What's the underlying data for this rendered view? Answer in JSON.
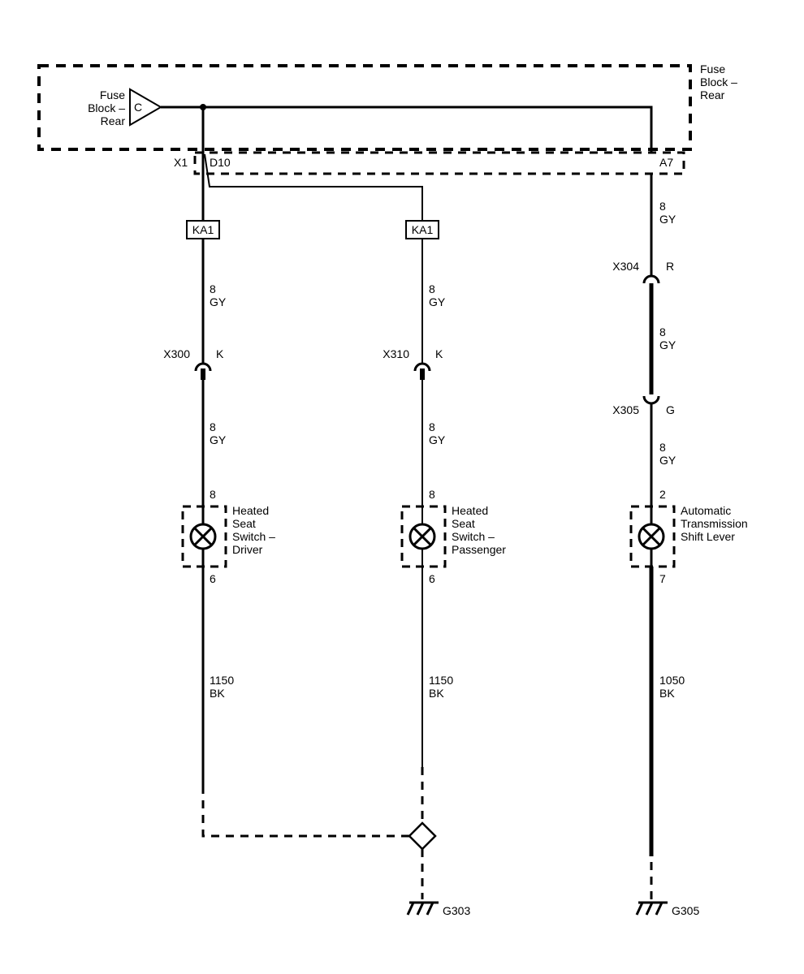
{
  "fuse_block": {
    "source_label": [
      "Fuse",
      "Block –",
      "Rear"
    ],
    "source_pin": "C",
    "box_label": [
      "Fuse",
      "Block –",
      "Rear"
    ],
    "connector": "X1",
    "pin_left": "D10",
    "pin_right": "A7"
  },
  "splices": {
    "left": "KA1",
    "middle": "KA1"
  },
  "circuits": {
    "driver": {
      "w1_gauge": "8",
      "w1_color": "GY",
      "connector": "X300",
      "connector_pin": "K",
      "w2_gauge": "8",
      "w2_color": "GY",
      "pin_in": "8",
      "device": [
        "Heated",
        "Seat",
        "Switch –",
        "Driver"
      ],
      "pin_out": "6",
      "w3_gauge": "1150",
      "w3_color": "BK"
    },
    "passenger": {
      "w1_gauge": "8",
      "w1_color": "GY",
      "connector": "X310",
      "connector_pin": "K",
      "w2_gauge": "8",
      "w2_color": "GY",
      "pin_in": "8",
      "device": [
        "Heated",
        "Seat",
        "Switch –",
        "Passenger"
      ],
      "pin_out": "6",
      "w3_gauge": "1150",
      "w3_color": "BK"
    },
    "shifter": {
      "w1_gauge": "8",
      "w1_color": "GY",
      "conn1": "X304",
      "conn1_pin": "R",
      "w2_gauge": "8",
      "w2_color": "GY",
      "conn2": "X305",
      "conn2_pin": "G",
      "w3_gauge": "8",
      "w3_color": "GY",
      "pin_in": "2",
      "device": [
        "Automatic",
        "Transmission",
        "Shift Lever"
      ],
      "pin_out": "7",
      "w4_gauge": "1050",
      "w4_color": "BK"
    }
  },
  "grounds": {
    "left": "G303",
    "right": "G305"
  }
}
